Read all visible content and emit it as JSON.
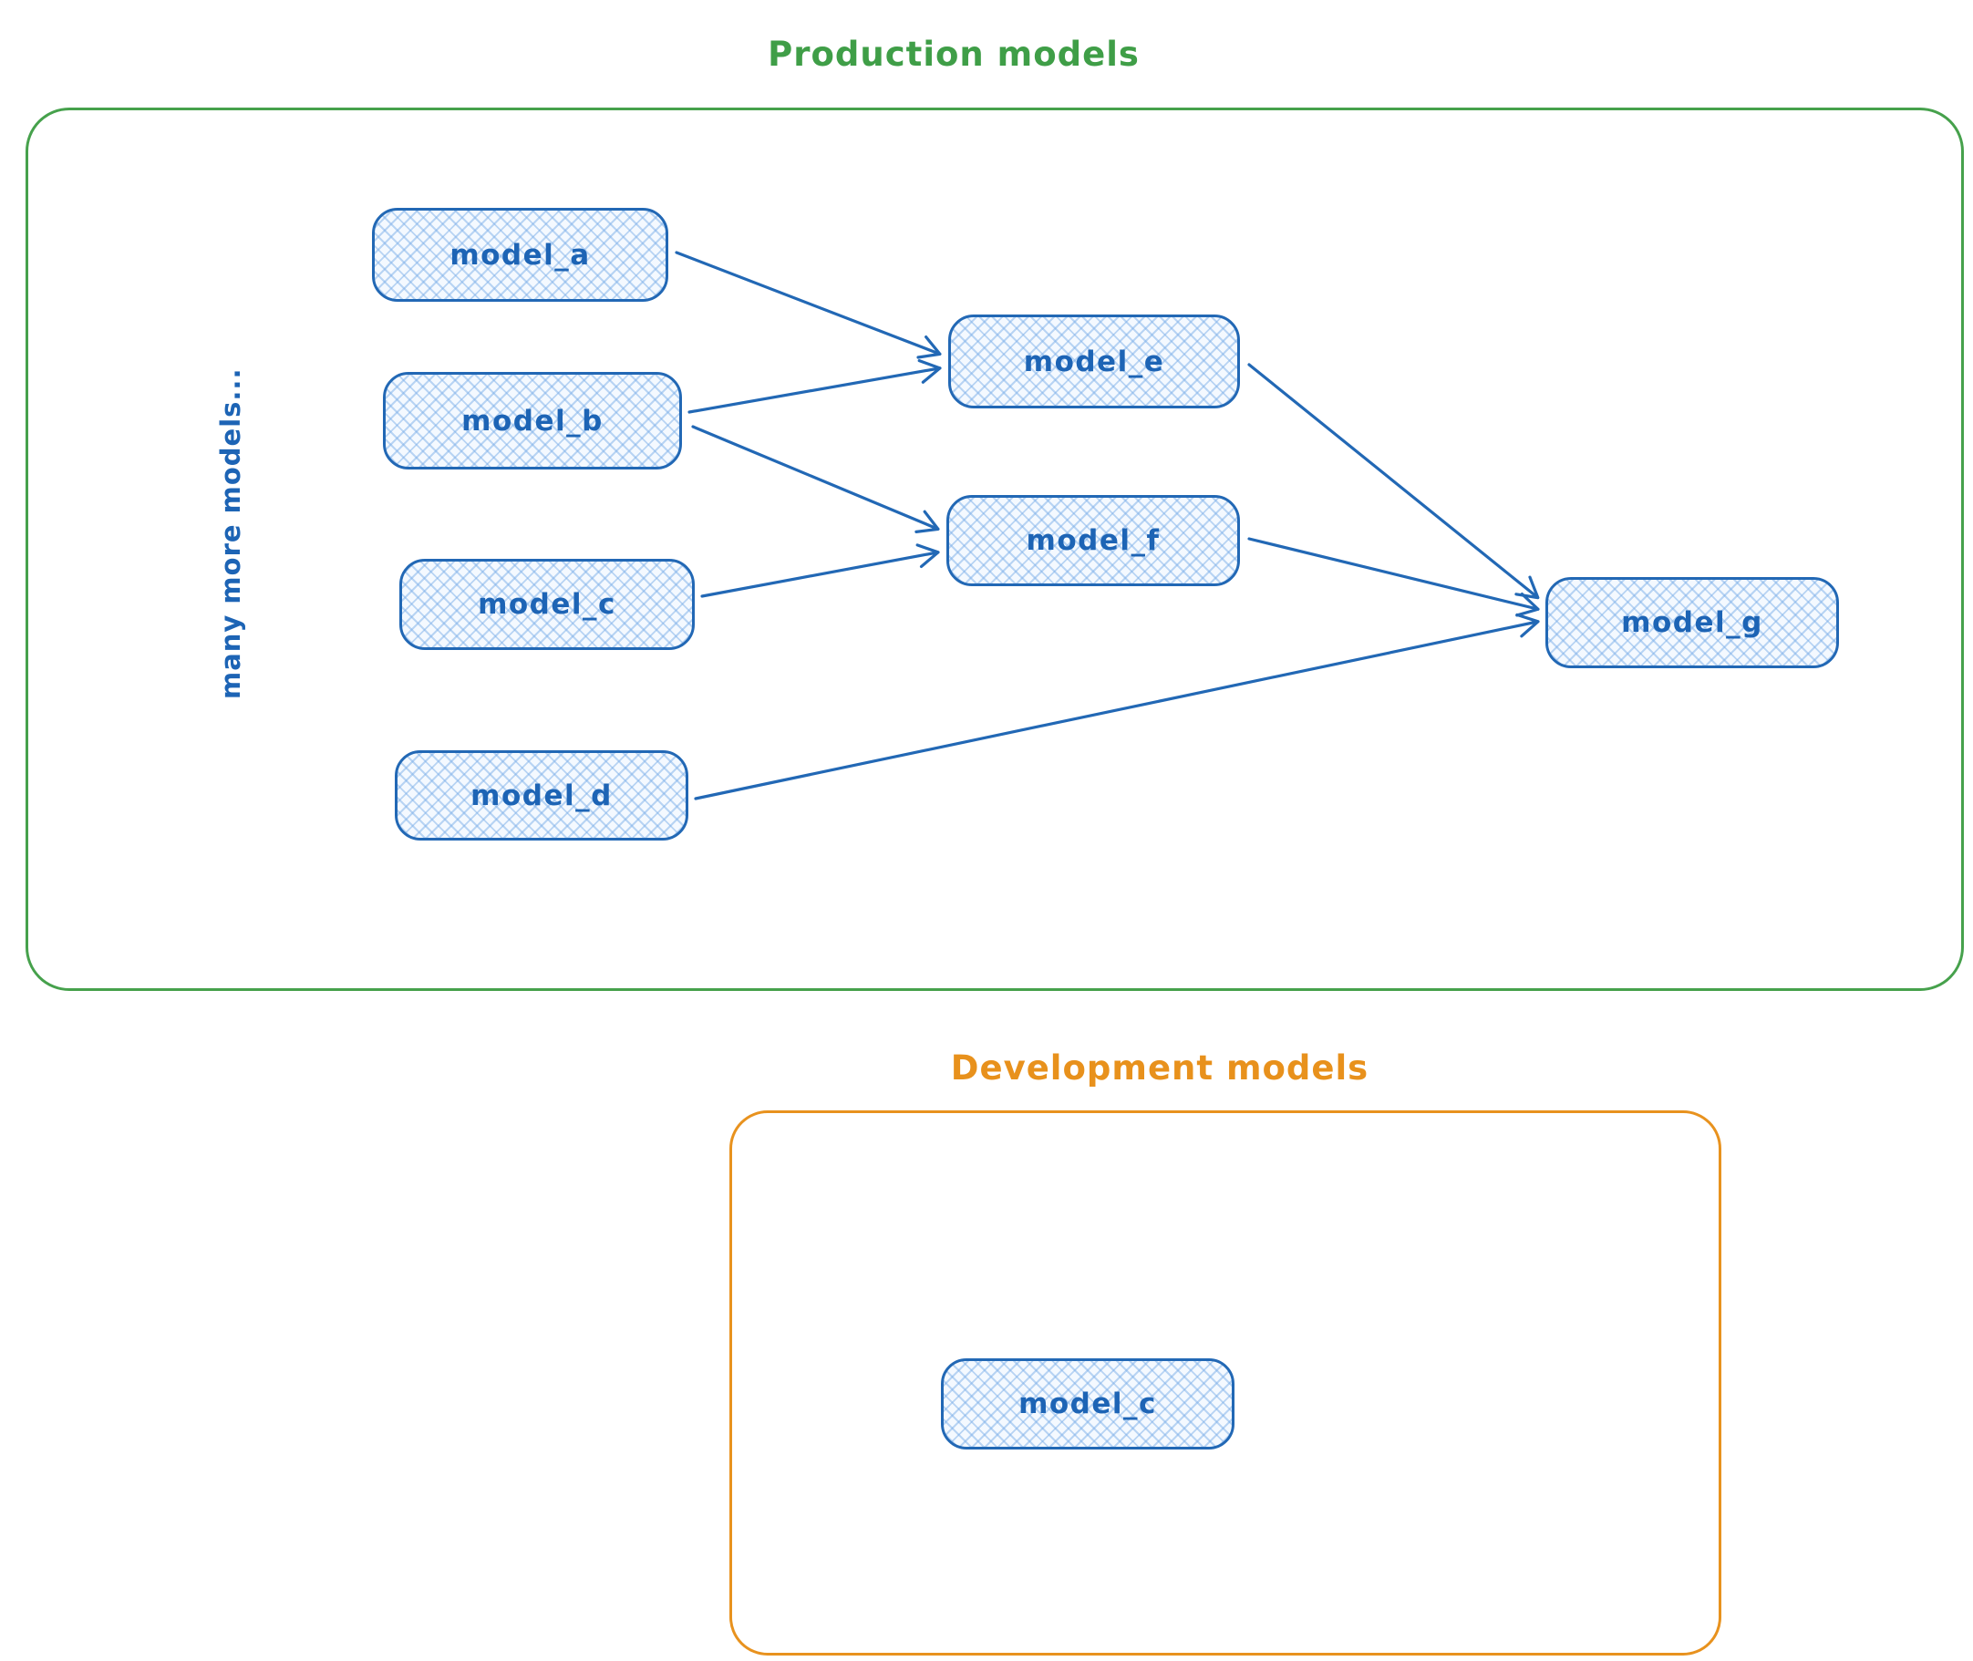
{
  "diagram": {
    "production": {
      "title": "Production models",
      "accent_color": "#46a14c",
      "side_label": "many more models...",
      "nodes": [
        {
          "id": "model_a",
          "label": "model_a"
        },
        {
          "id": "model_b",
          "label": "model_b"
        },
        {
          "id": "model_c",
          "label": "model_c"
        },
        {
          "id": "model_d",
          "label": "model_d"
        },
        {
          "id": "model_e",
          "label": "model_e"
        },
        {
          "id": "model_f",
          "label": "model_f"
        },
        {
          "id": "model_g",
          "label": "model_g"
        }
      ],
      "edges": [
        {
          "from": "model_a",
          "to": "model_e"
        },
        {
          "from": "model_b",
          "to": "model_e"
        },
        {
          "from": "model_b",
          "to": "model_f"
        },
        {
          "from": "model_c",
          "to": "model_f"
        },
        {
          "from": "model_d",
          "to": "model_g"
        },
        {
          "from": "model_e",
          "to": "model_g"
        },
        {
          "from": "model_f",
          "to": "model_g"
        }
      ]
    },
    "development": {
      "title": "Development models",
      "accent_color": "#e8921e",
      "nodes": [
        {
          "id": "model_c_dev",
          "label": "model_c"
        }
      ]
    },
    "node_style": {
      "stroke_color": "#2268b5",
      "label_color": "#1d64b5",
      "fill_hatch_color": "#7dafe8"
    }
  }
}
